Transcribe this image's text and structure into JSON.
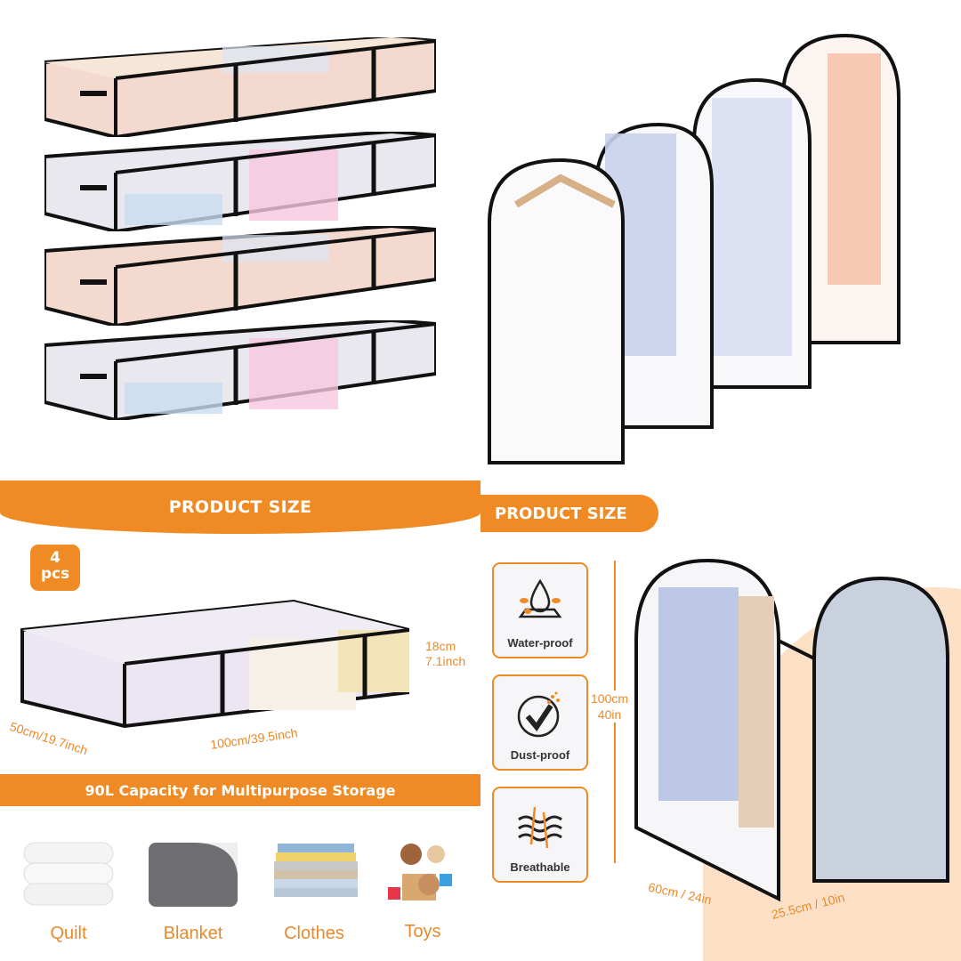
{
  "banners": {
    "left_title": "PRODUCT SIZE",
    "right_title": "PRODUCT SIZE",
    "capacity": "90L Capacity for Multipurpose Storage"
  },
  "quantity_badge": {
    "number": "4",
    "unit": "pcs"
  },
  "storage_bin_dimensions": {
    "height": "18cm",
    "height_in": "7.1inch",
    "depth": "50cm/19.7inch",
    "length": "100cm/39.5inch"
  },
  "uses": [
    {
      "label": "Quilt",
      "icon": "quilt-icon"
    },
    {
      "label": "Blanket",
      "icon": "blanket-icon"
    },
    {
      "label": "Clothes",
      "icon": "clothes-icon"
    },
    {
      "label": "Toys",
      "icon": "toys-icon"
    }
  ],
  "features": [
    {
      "label": "Water-proof",
      "icon": "water-drop-icon"
    },
    {
      "label": "Dust-proof",
      "icon": "dust-shield-icon"
    },
    {
      "label": "Breathable",
      "icon": "airflow-icon"
    }
  ],
  "garment_bag_dimensions": {
    "height": "100cm",
    "height_in": "40in",
    "width": "60cm / 24in",
    "depth": "25.5cm / 10in"
  },
  "colors": {
    "accent": "#ef8a24",
    "peach": "#fbe0c6",
    "label": "#e88a2c"
  }
}
